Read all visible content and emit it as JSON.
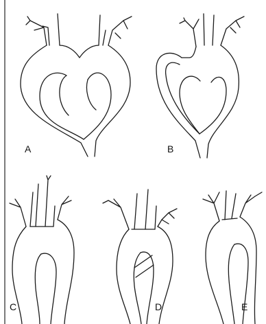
{
  "panels": [
    {
      "id": "A",
      "label": "A"
    },
    {
      "id": "B",
      "label": "B"
    },
    {
      "id": "C",
      "label": "C"
    },
    {
      "id": "D",
      "label": "D"
    },
    {
      "id": "E",
      "label": "E"
    }
  ],
  "colors": {
    "stroke": "#1a1a1a",
    "background": "#ffffff"
  }
}
